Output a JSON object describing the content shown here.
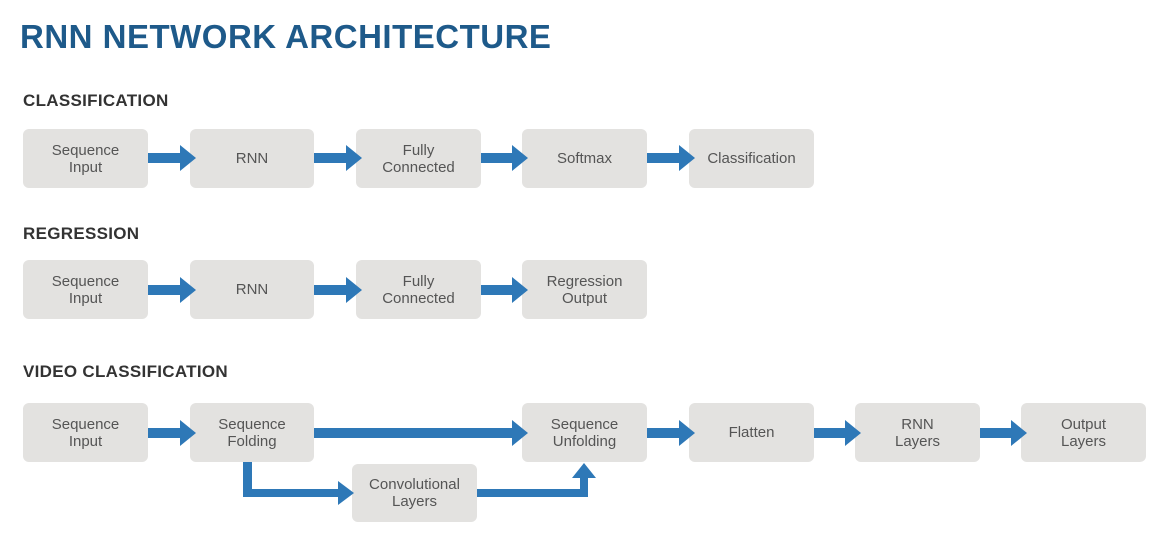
{
  "title": "RNN NETWORK ARCHITECTURE",
  "colors": {
    "title": "#1e5a8a",
    "arrow": "#2e78b7",
    "box": "#e3e2e0"
  },
  "sections": {
    "classification": {
      "label": "CLASSIFICATION",
      "nodes": [
        "Sequence\nInput",
        "RNN",
        "Fully\nConnected",
        "Softmax",
        "Classification"
      ]
    },
    "regression": {
      "label": "REGRESSION",
      "nodes": [
        "Sequence\nInput",
        "RNN",
        "Fully\nConnected",
        "Regression\nOutput"
      ]
    },
    "video": {
      "label": "VIDEO CLASSIFICATION",
      "nodes": [
        "Sequence\nInput",
        "Sequence\nFolding",
        "Sequence\nUnfolding",
        "Flatten",
        "RNN\nLayers",
        "Output\nLayers",
        "Convolutional\nLayers"
      ]
    }
  }
}
